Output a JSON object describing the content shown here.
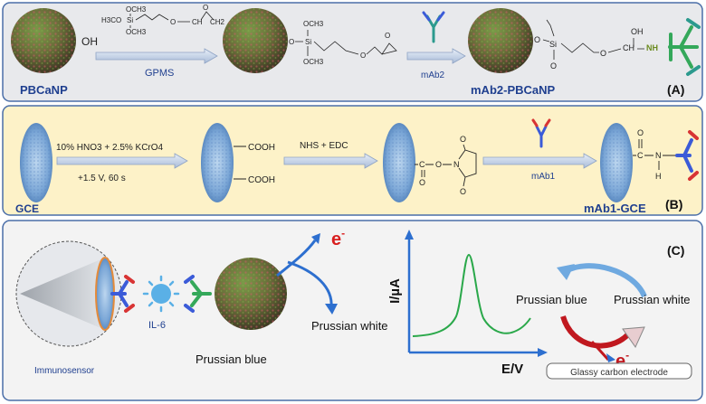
{
  "colors": {
    "panel_a_fill": "#e8e9ec",
    "panel_b_fill": "#fdf2c8",
    "panel_c_fill": "#f3f3f3",
    "panel_border": "#4a6ea8",
    "label_blue": "#1f3f8f",
    "chem_text": "#222222",
    "curve_green": "#2aa84a",
    "prussian_blue_arrow": "#2d6fcf",
    "electron_red": "#d81e1e",
    "ab_red": "#d83434",
    "ab_blue": "#3b5bd8",
    "ab_green": "#34a85a",
    "ab_teal": "#2c9a8e"
  },
  "panel_a": {
    "tag": "(A)",
    "left_label": "PBCaNP",
    "hydroxyl": "OH",
    "reagent_top": {
      "ome_top": "OCH3",
      "h3co": "H3CO",
      "si": "Si",
      "tail": "O",
      "ring_o": "O",
      "ch": "CH",
      "ch2": "CH2",
      "ome_bottom": "OCH3"
    },
    "arrow1_label": "GPMS",
    "intermediate": {
      "ome_top": "OCH3",
      "o": "O",
      "si": "Si",
      "ome_bottom": "OCH3",
      "ether_o": "O",
      "epoxide_o": "O"
    },
    "arrow2_label": "mAb2",
    "product": {
      "o_left": "O",
      "si": "Si",
      "o_bottom": "O",
      "ether_o": "O",
      "oh": "OH",
      "ch": "CH",
      "nh": "NH"
    },
    "product_label": "mAb2-PBCaNP"
  },
  "panel_b": {
    "tag": "(B)",
    "gce_label": "GCE",
    "step1_line1": "10% HNO3 + 2.5% KCrO4",
    "step1_line2": "+1.5 V, 60 s",
    "cooh1": "COOH",
    "cooh2": "COOH",
    "step2_label": "NHS + EDC",
    "ester": {
      "c": "C",
      "o1": "O",
      "o2": "O",
      "n": "N",
      "o3": "O",
      "o4": "O"
    },
    "step3_label": "mAb1",
    "amide": {
      "c": "C",
      "n": "N",
      "h": "H",
      "o": "O"
    },
    "product_label": "mAb1-GCE"
  },
  "panel_c": {
    "tag": "(C)",
    "immunosensor": "Immunosensor",
    "il6": "IL-6",
    "prussian_blue": "Prussian blue",
    "prussian_white": "Prussian white",
    "electron": "e",
    "electron_sup": "-",
    "y_axis_label": "I/µA",
    "x_axis_label": "E/V",
    "cycle_left": "Prussian blue",
    "cycle_right": "Prussian white",
    "cycle_electron": "e",
    "cycle_electron_sup": "-",
    "electrode_label": "Glassy carbon electrode"
  }
}
